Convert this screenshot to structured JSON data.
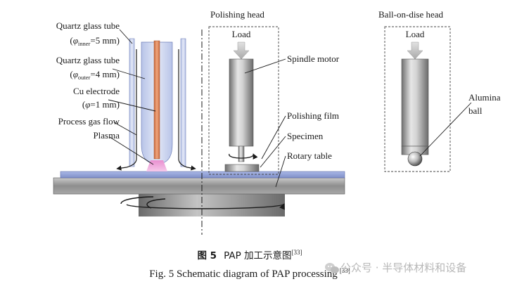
{
  "diagram": {
    "left_labels": {
      "inner_tube_name": "Quartz glass tube",
      "inner_tube_phi": "φ",
      "inner_tube_sub": "inner",
      "inner_tube_eq": "=5 mm)",
      "outer_tube_name": "Quartz glass tube",
      "outer_tube_phi": "φ",
      "outer_tube_sub": "outer",
      "outer_tube_eq": "=4 mm)",
      "electrode_name": "Cu electrode",
      "electrode_phi": "φ",
      "electrode_eq": "=1 mm)",
      "gas_flow": "Process gas flow",
      "plasma": "Plasma"
    },
    "polishing_head": {
      "title": "Polishing head",
      "load": "Load",
      "spindle_motor": "Spindle motor",
      "polishing_film": "Polishing film",
      "specimen": "Specimen",
      "rotary_table": "Rotary table"
    },
    "ball_head": {
      "title": "Ball-on-dise head",
      "load": "Load",
      "alumina_line1": "Alumina",
      "alumina_line2": "ball"
    }
  },
  "caption": {
    "fig_cn": "图 5",
    "title_cn": "PAP 加工示意图",
    "ref_cn": "[33]",
    "title_en": "Fig. 5 Schematic diagram of PAP processing",
    "ref_en": "[33]"
  },
  "watermark": {
    "text": "公众号 · 半导体材料和设备",
    "icon": "wechat-icon"
  }
}
